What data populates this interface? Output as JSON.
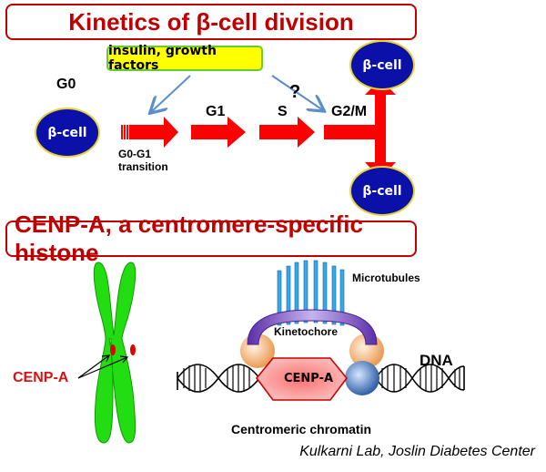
{
  "section1": {
    "title": "Kinetics of β-cell division",
    "factors_label": "insulin, growth factors",
    "uncertain_mark": "?",
    "phases": {
      "g0": "G0",
      "g1": "G1",
      "s": "S",
      "g2m": "G2/M"
    },
    "transition_label_line1": "G0-G1",
    "transition_label_line2": "transition",
    "cells": {
      "origin": "β-cell",
      "daughter_top": "β-cell",
      "daughter_bottom": "β-cell"
    },
    "colors": {
      "title": "#c00000",
      "arrow": "#ff0000",
      "cell_fill": "#0a10a8",
      "cell_border": "#e8d23a",
      "factor_fill": "#ffff00",
      "factor_border": "#66cc33",
      "signal_arrow": "#5b8fcc"
    }
  },
  "section2": {
    "title": "CENP-A, a centromere-specific histone",
    "chromosome_label": "CENP-A",
    "microtubules_label": "Microtubules",
    "kinetochore_label": "Kinetochore",
    "dna_label": "DNA",
    "cenpa_hexagon_label": "CENP-A",
    "chromatin_label": "Centromeric chromatin",
    "colors": {
      "chromosome": "#22dd11",
      "centromere": "#dd0000",
      "microtubule": "#33aaee",
      "kinetochore": "#7a3fc0",
      "orange_ball": "#f0a060",
      "blue_ball": "#3a6fb0",
      "hexagon_fill": "#f7a8a8",
      "hexagon_border": "#cc0000"
    }
  },
  "credit": "Kulkarni Lab, Joslin Diabetes Center"
}
